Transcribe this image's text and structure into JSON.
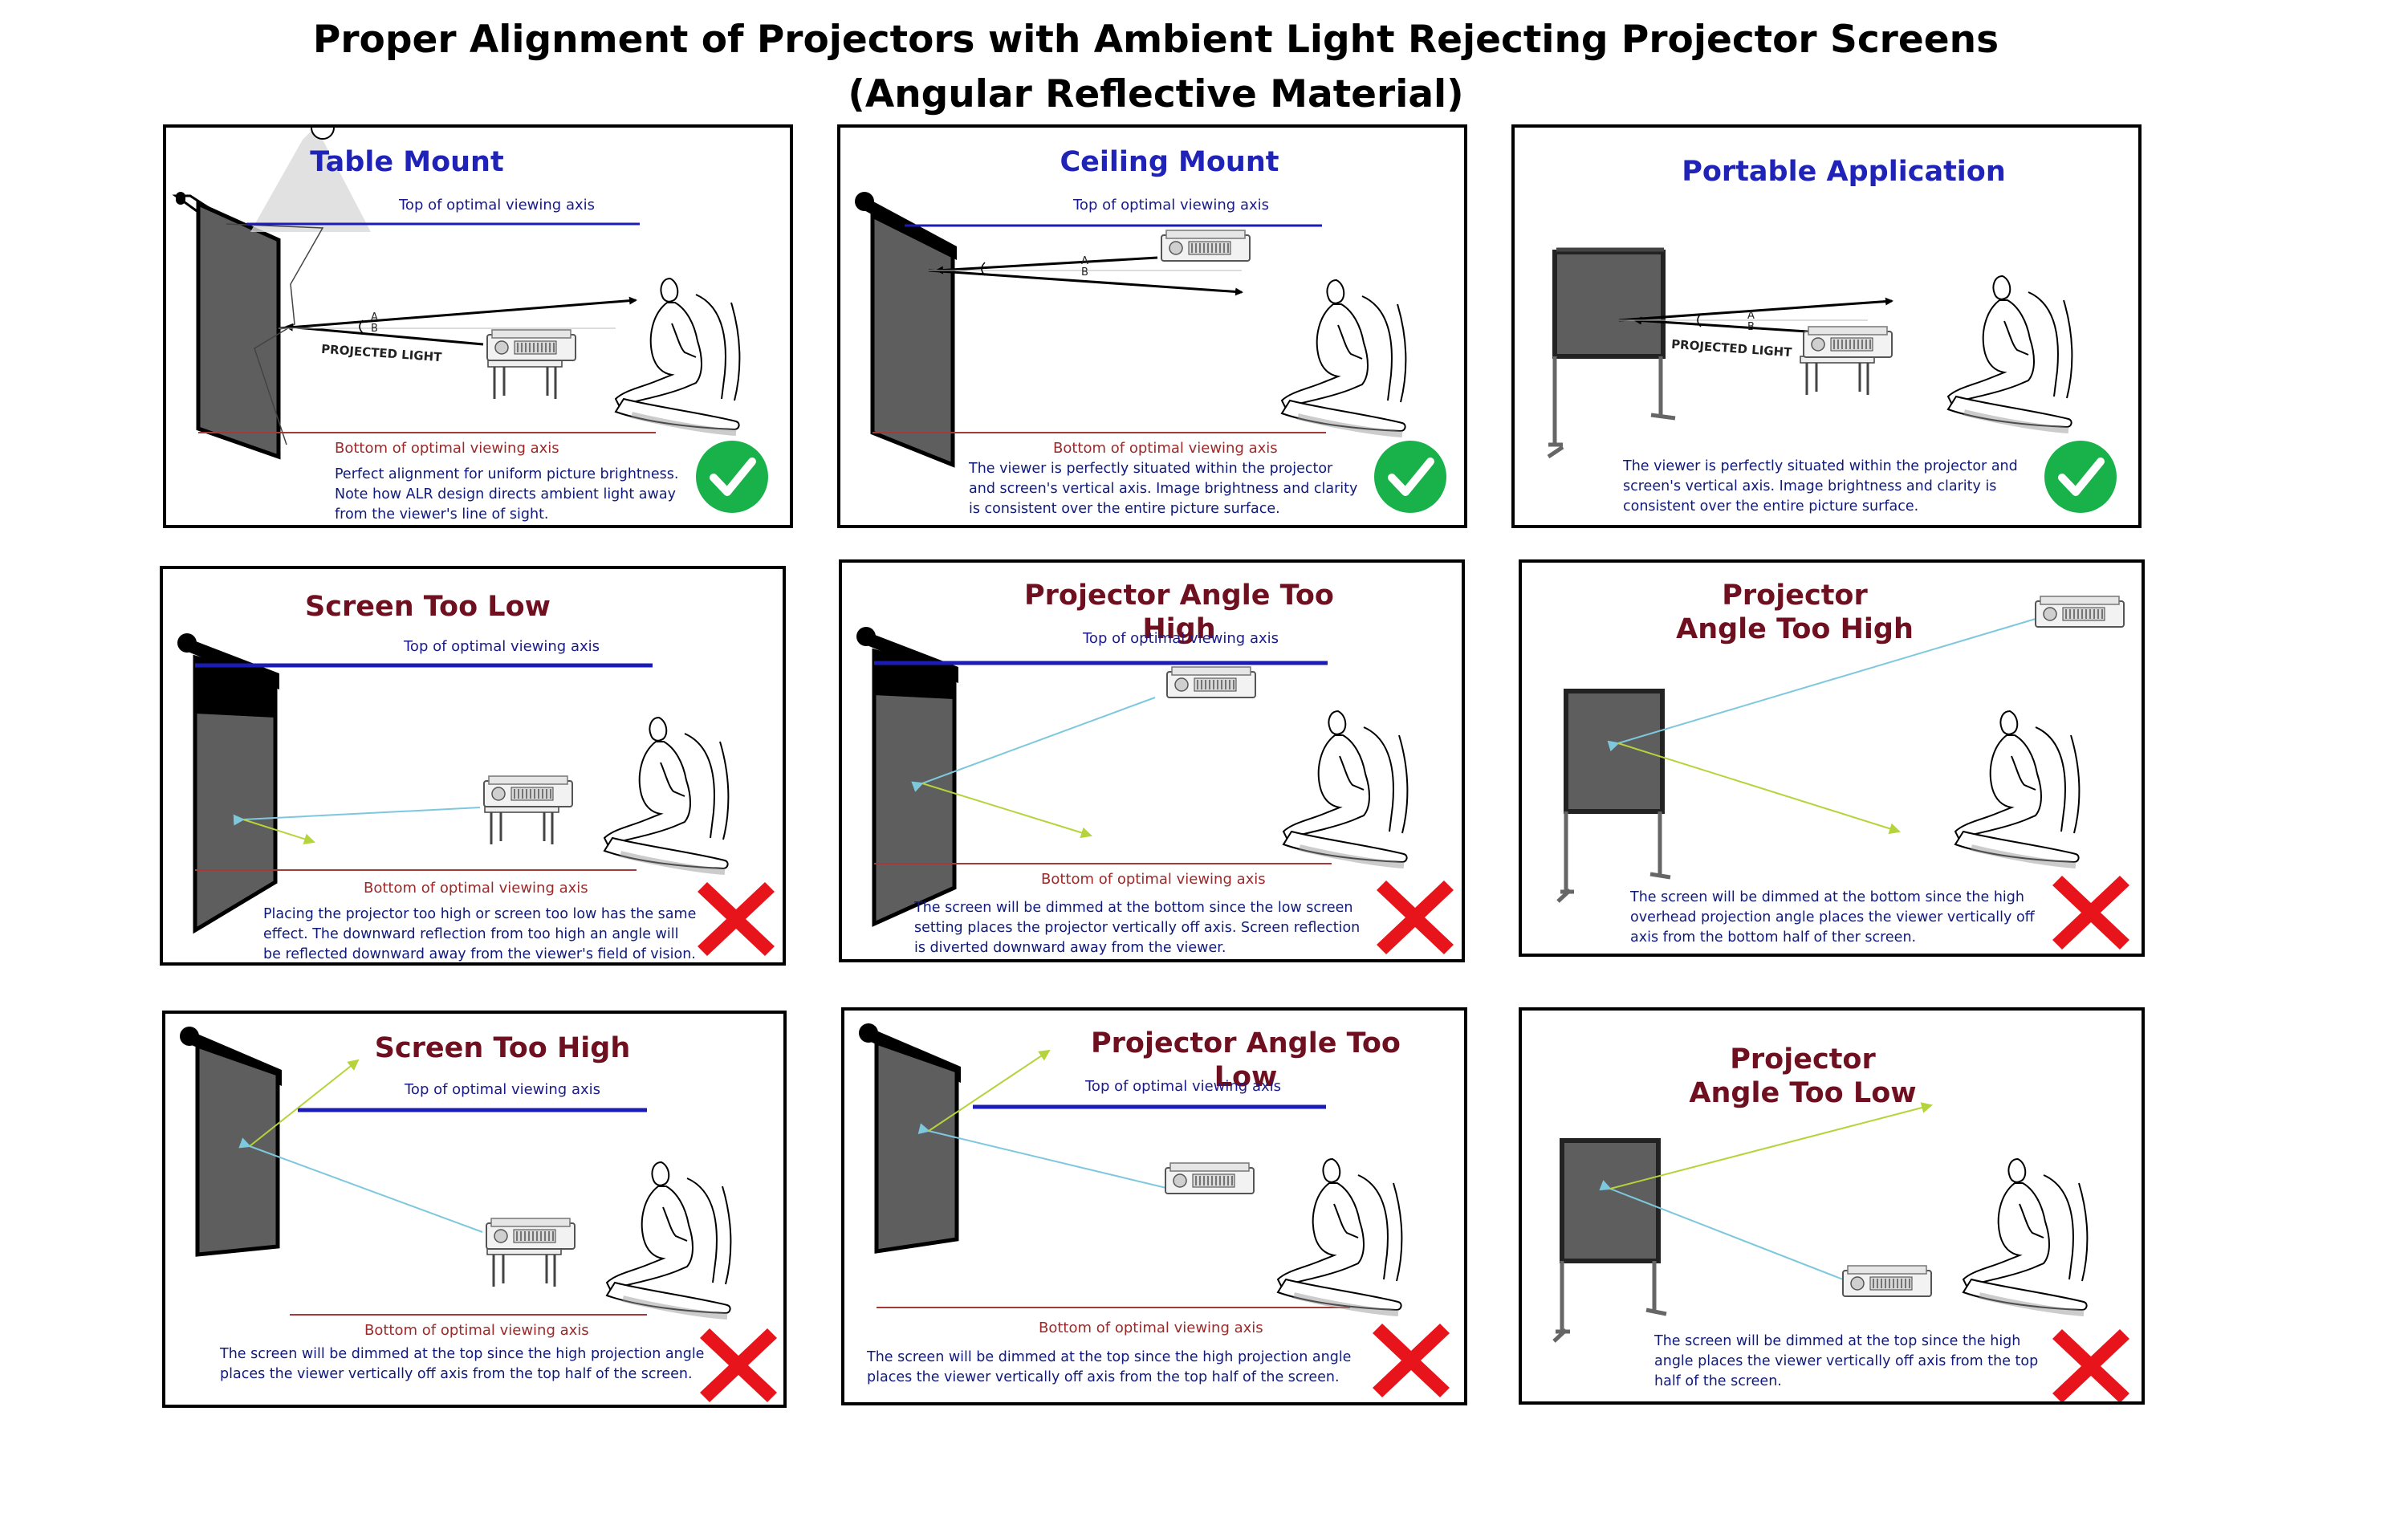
{
  "title": {
    "line1": "Proper Alignment of Projectors with Ambient Light Rejecting Projector Screens",
    "line2": "(Angular Reflective Material)"
  },
  "colors": {
    "good_title": "#1f23b8",
    "bad_title": "#6e1020",
    "check": "#19b24a",
    "cross": "#e8141c",
    "top_axis_line": "#1b1bb5",
    "bottom_axis_line": "#a33a3a"
  },
  "icons": {
    "good": "check-icon",
    "bad": "cross-icon"
  },
  "common": {
    "top_axis": "Top of optimal viewing axis",
    "bottom_axis": "Bottom of optimal viewing axis",
    "projected_light": "PROJECTED LIGHT",
    "angle_a": "A",
    "angle_b": "B"
  },
  "panels": [
    {
      "title": "Table Mount",
      "status": "good",
      "desc": "Perfect alignment for uniform picture brightness. Note how ALR design directs ambient light away from the viewer's line of sight."
    },
    {
      "title": "Ceiling Mount",
      "status": "good",
      "desc": "The viewer is perfectly situated within the projector and screen's vertical axis. Image brightness and clarity is consistent over the entire picture surface."
    },
    {
      "title": "Portable Application",
      "status": "good",
      "desc": "The viewer is perfectly situated within the projector and screen's vertical axis. Image brightness and clarity is consistent over the entire picture surface."
    },
    {
      "title": "Screen Too Low",
      "status": "bad",
      "desc": "Placing the projector too high or screen too low has the same effect. The downward reflection from too high an angle will be reflected downward away from the viewer's field of vision."
    },
    {
      "title": "Projector Angle  Too High",
      "status": "bad",
      "desc": "The screen will be dimmed at the bottom since the low screen setting places the projector vertically off axis. Screen reflection is diverted downward away from the viewer."
    },
    {
      "title": "Projector Angle Too High",
      "status": "bad",
      "desc": "The screen will be dimmed at the bottom since the high overhead projection angle places the viewer vertically off axis from the bottom half of ther screen."
    },
    {
      "title": "Screen Too High",
      "status": "bad",
      "desc": "The screen will be dimmed at the top since the high projection angle places the viewer vertically off axis from the top half of the screen."
    },
    {
      "title": "Projector  Angle Too Low",
      "status": "bad",
      "desc": "The screen will be dimmed at the top since the high projection angle places the viewer vertically off axis from the top half of the screen."
    },
    {
      "title": "Projector Angle Too Low",
      "status": "bad",
      "desc": "The screen will be dimmed at the top since the high angle places the viewer vertically off axis from the top half of the screen."
    }
  ]
}
